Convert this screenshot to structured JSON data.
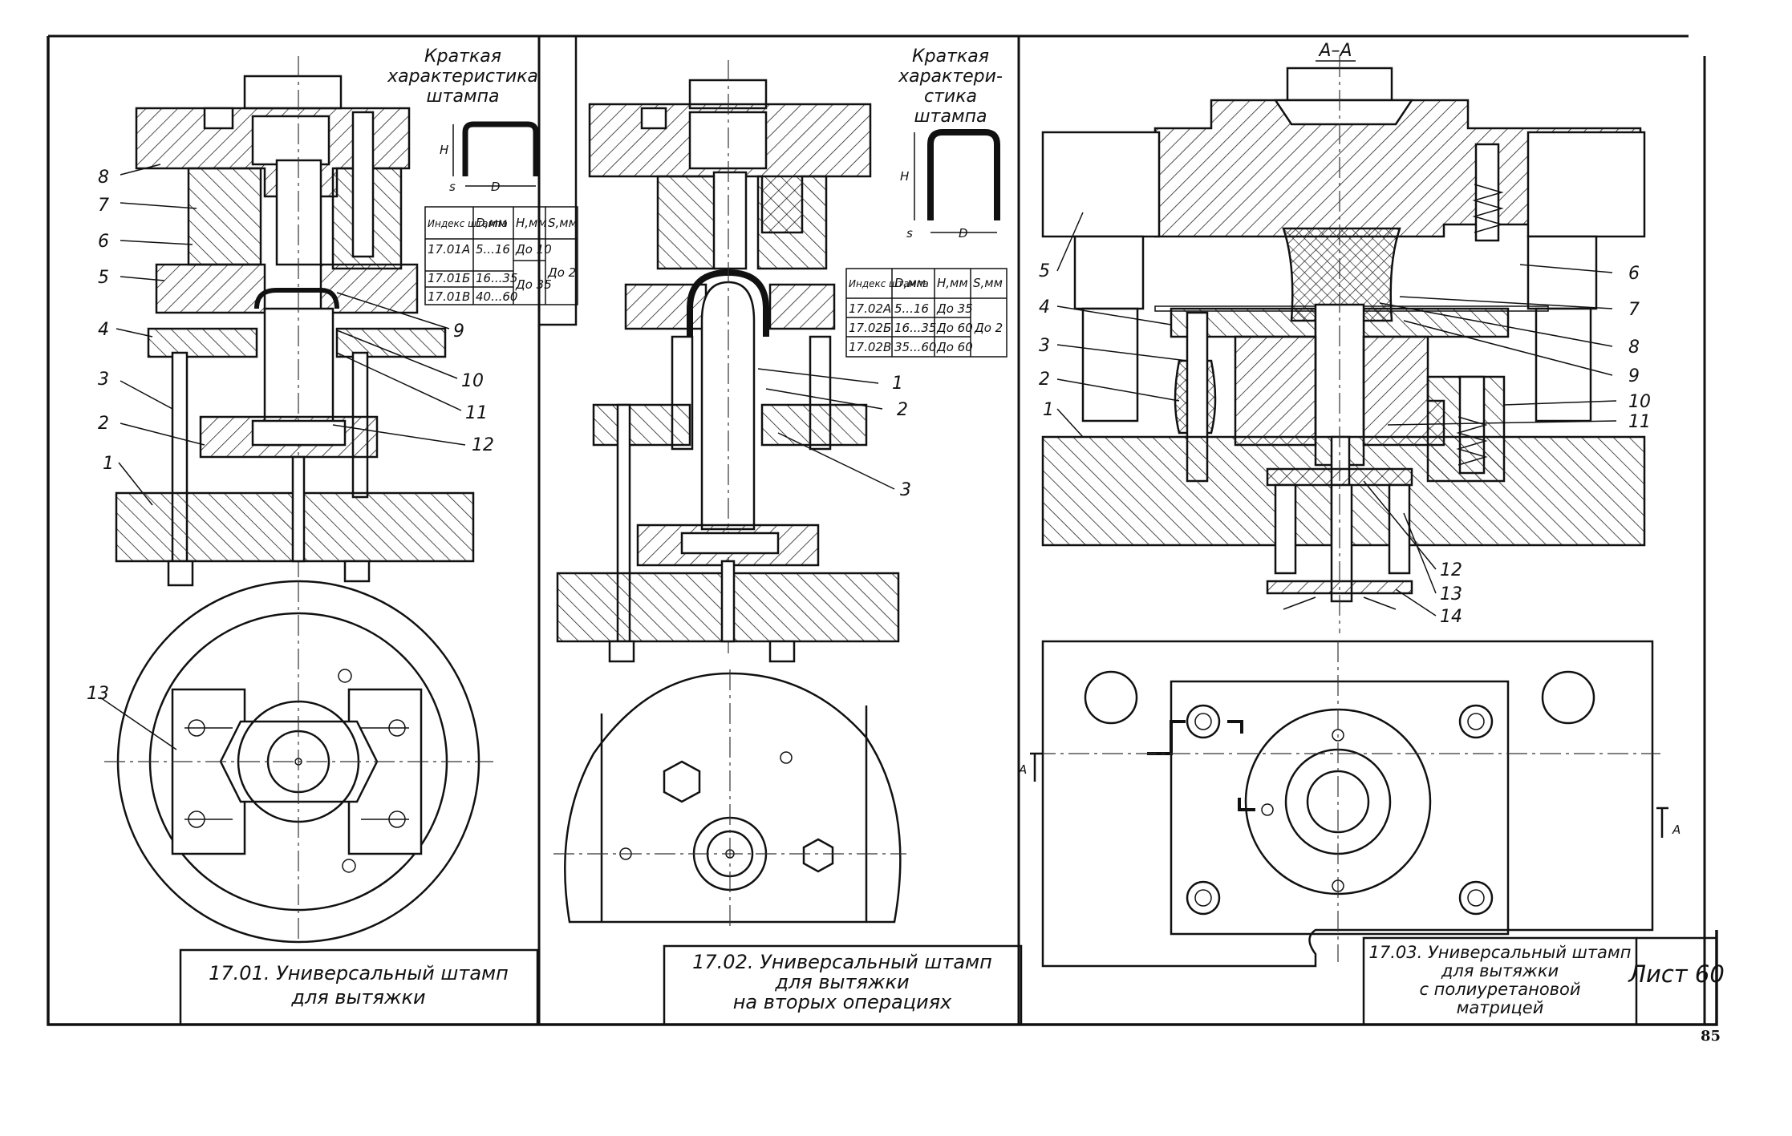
{
  "sheet": {
    "page_label": "Лист 60",
    "page_number": "85",
    "section_label": "A–A",
    "cut_mark": "A"
  },
  "panel1": {
    "char_title": [
      "Краткая",
      "характеристика",
      "штампа"
    ],
    "dims": {
      "h": "H",
      "s": "s",
      "d": "D"
    },
    "table": {
      "headers": [
        "Индекс штампа",
        "D,мм",
        "H,мм",
        "S,мм"
      ],
      "rows": [
        [
          "17.01А",
          "5...16",
          "До 10",
          ""
        ],
        [
          "17.01Б",
          "16...35",
          "",
          ""
        ],
        [
          "17.01В",
          "40...60",
          "",
          ""
        ]
      ],
      "merged_h": "До 35",
      "merged_s": "До 2"
    },
    "callouts": [
      "1",
      "2",
      "3",
      "4",
      "5",
      "6",
      "7",
      "8",
      "9",
      "10",
      "11",
      "12",
      "13"
    ],
    "caption": [
      "17.01. Универсальный штамп",
      "для вытяжки"
    ]
  },
  "panel2": {
    "char_title": [
      "Краткая",
      "характери-",
      "стика",
      "штампа"
    ],
    "dims": {
      "h": "H",
      "s": "s",
      "d": "D"
    },
    "table": {
      "headers": [
        "Индекс штампа",
        "D,мм",
        "H,мм",
        "S,мм"
      ],
      "rows": [
        [
          "17.02А",
          "5...16",
          "До 35",
          ""
        ],
        [
          "17.02Б",
          "16...35",
          "До 60",
          ""
        ],
        [
          "17.02В",
          "35...60",
          "До 60",
          ""
        ]
      ],
      "merged_s": "До 2"
    },
    "callouts": [
      "1",
      "2",
      "3"
    ],
    "caption": [
      "17.02. Универсальный штамп",
      "для вытяжки",
      "на вторых операциях"
    ]
  },
  "panel3": {
    "callouts_left": [
      "1",
      "2",
      "3",
      "4",
      "5"
    ],
    "callouts_right": [
      "6",
      "7",
      "8",
      "9",
      "10",
      "11",
      "12",
      "13",
      "14"
    ],
    "caption": [
      "17.03. Универсальный штамп",
      "для вытяжки",
      "с полиуретановой",
      "матрицей"
    ]
  }
}
